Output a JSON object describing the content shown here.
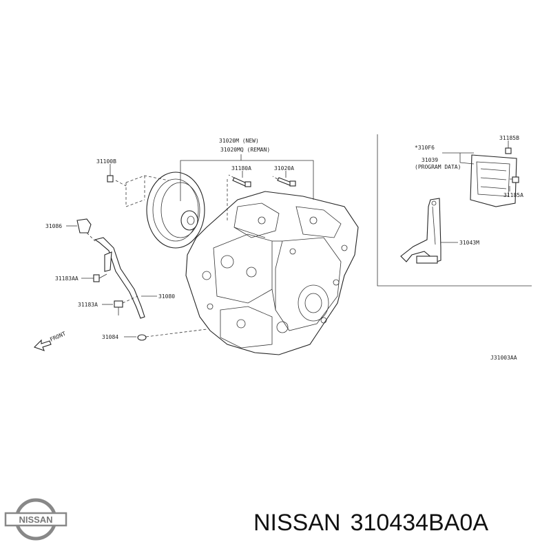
{
  "diagram": {
    "labels": {
      "l31020m": "31020M (NEW)",
      "l31020mq": "31020MQ (REMAN)",
      "l31100b": "31100B",
      "l31180a": "31180A",
      "l31020a": "31020A",
      "l31086": "31086",
      "l31183aa": "31183AA",
      "l31183a": "31183A",
      "l31080": "31080",
      "l31084": "31084",
      "l310f6": "*310F6",
      "l31039": "31039",
      "lprogram": "(PROGRAM DATA)",
      "l31185b": "31185B",
      "l31185a": "31185A",
      "l31043m": "31043M",
      "front": "FRONT",
      "ref": "J31003AA"
    }
  },
  "logo": {
    "text": "NISSAN"
  },
  "caption": {
    "brand": "NISSAN",
    "part_number": "310434BA0A"
  }
}
